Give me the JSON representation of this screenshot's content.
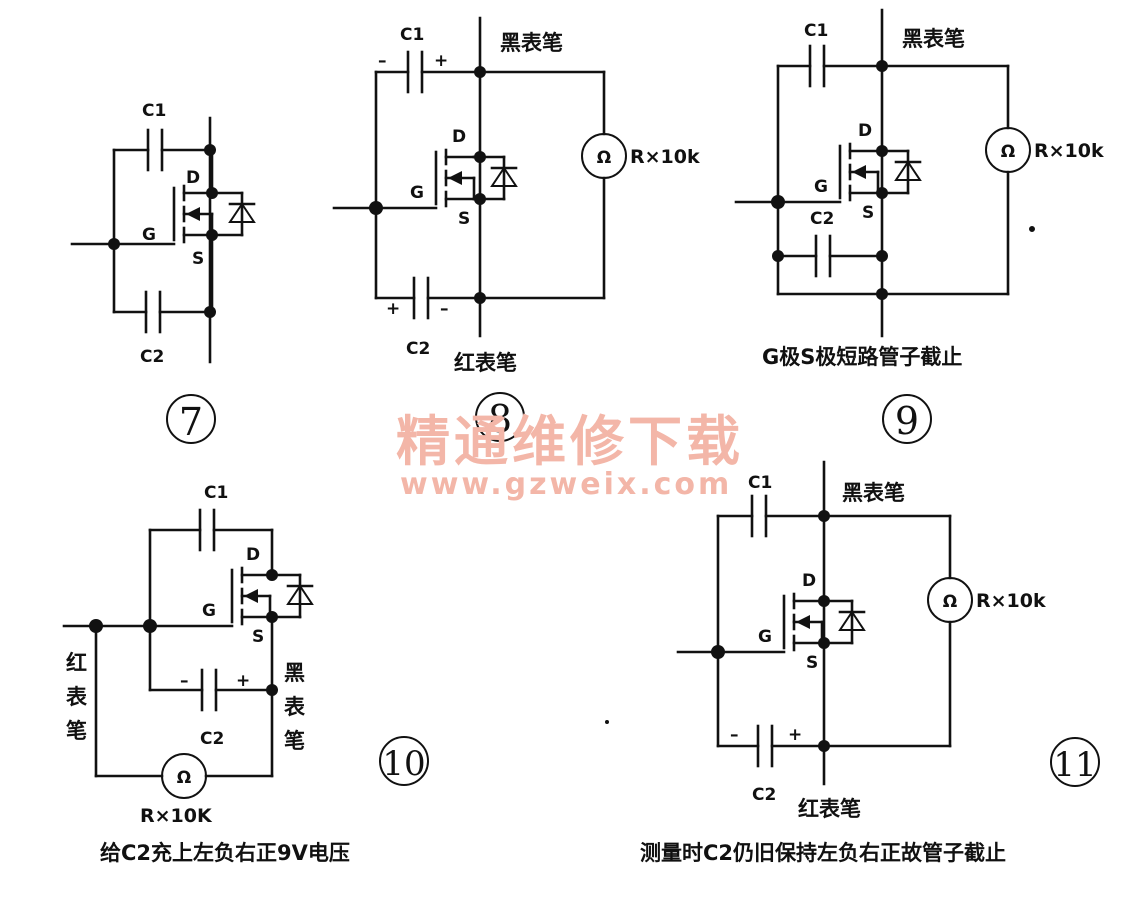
{
  "labels": {
    "c1": "C1",
    "c2": "C2",
    "d": "D",
    "g": "G",
    "s": "S",
    "minus": "–",
    "plus": "+",
    "ohm": "Ω",
    "range_10k": "R×10k",
    "range_10K": "R×10K",
    "black_probe": "黑表笔",
    "red_probe": "红表笔",
    "black_probe_v1": "黑",
    "black_probe_v2": "表",
    "black_probe_v3": "笔",
    "red_probe_v1": "红",
    "red_probe_v2": "表",
    "red_probe_v3": "笔"
  },
  "panels": {
    "p7": {
      "number": "⑦"
    },
    "p8": {
      "number": "⑧"
    },
    "p9": {
      "number": "⑨",
      "caption": "G极S极短路管子截止"
    },
    "p10": {
      "number": "⑩",
      "caption": "给C2充上左负右正9V电压"
    },
    "p11": {
      "number": "⑪",
      "caption": "测量时C2仍旧保持左负右正故管子截止"
    }
  },
  "watermark": {
    "text": "精通维修下载",
    "url": "www.gzweix.com"
  }
}
